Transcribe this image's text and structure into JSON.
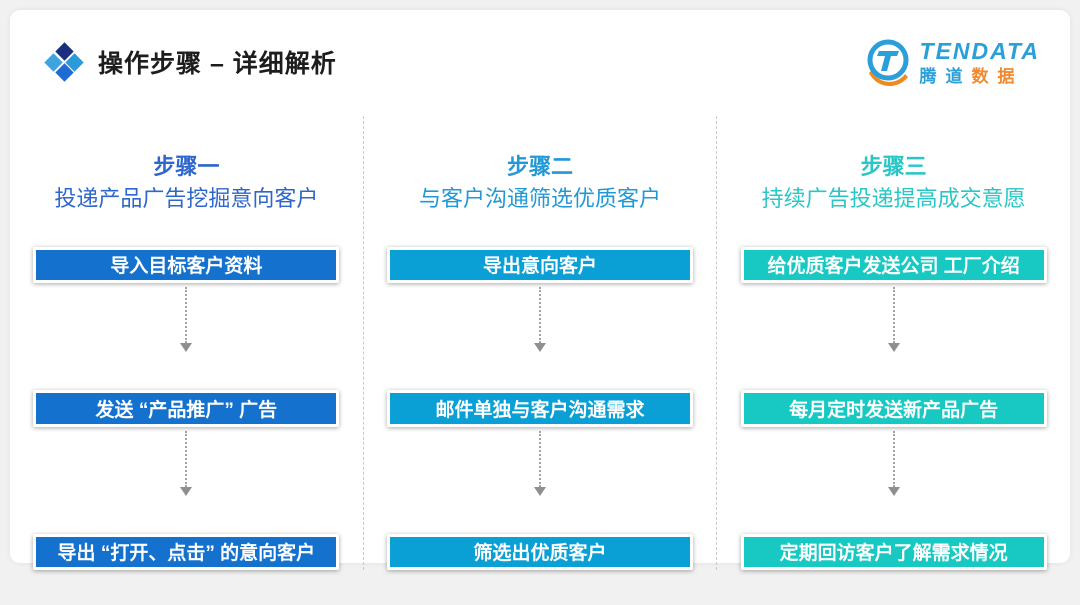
{
  "header": {
    "title": "操作步骤 – 详细解析",
    "title_icon": "four-diamonds-icon"
  },
  "logo": {
    "name": "TENDATA",
    "cn_blue": "腾道",
    "cn_orange": "数据",
    "blue": "#2a9fd8",
    "orange": "#f08a30"
  },
  "colors": {
    "page_background": "#f1f1f2",
    "card_background": "#ffffff",
    "separator": "#c9c9c9",
    "arrow": "#8f8f8f",
    "title_text": "#1d1d1d"
  },
  "columns": [
    {
      "step": "步骤一",
      "subtitle": "投递产品广告挖掘意向客户",
      "accent": "#2d67cd",
      "box_bg": "#1471cd",
      "boxes": [
        "导入目标客户资料",
        "发送 “产品推广” 广告",
        "导出 “打开、点击” 的意向客户"
      ]
    },
    {
      "step": "步骤二",
      "subtitle": "与客户沟通筛选优质客户",
      "accent": "#2299d6",
      "box_bg": "#0aa0d6",
      "boxes": [
        "导出意向客户",
        "邮件单独与客户沟通需求",
        "筛选出优质客户"
      ]
    },
    {
      "step": "步骤三",
      "subtitle": "持续广告投递提高成交意愿",
      "accent": "#29c6c6",
      "box_bg": "#17c8c3",
      "boxes": [
        "给优质客户发送公司 工厂介绍",
        "每月定时发送新产品广告",
        "定期回访客户了解需求情况"
      ]
    }
  ]
}
